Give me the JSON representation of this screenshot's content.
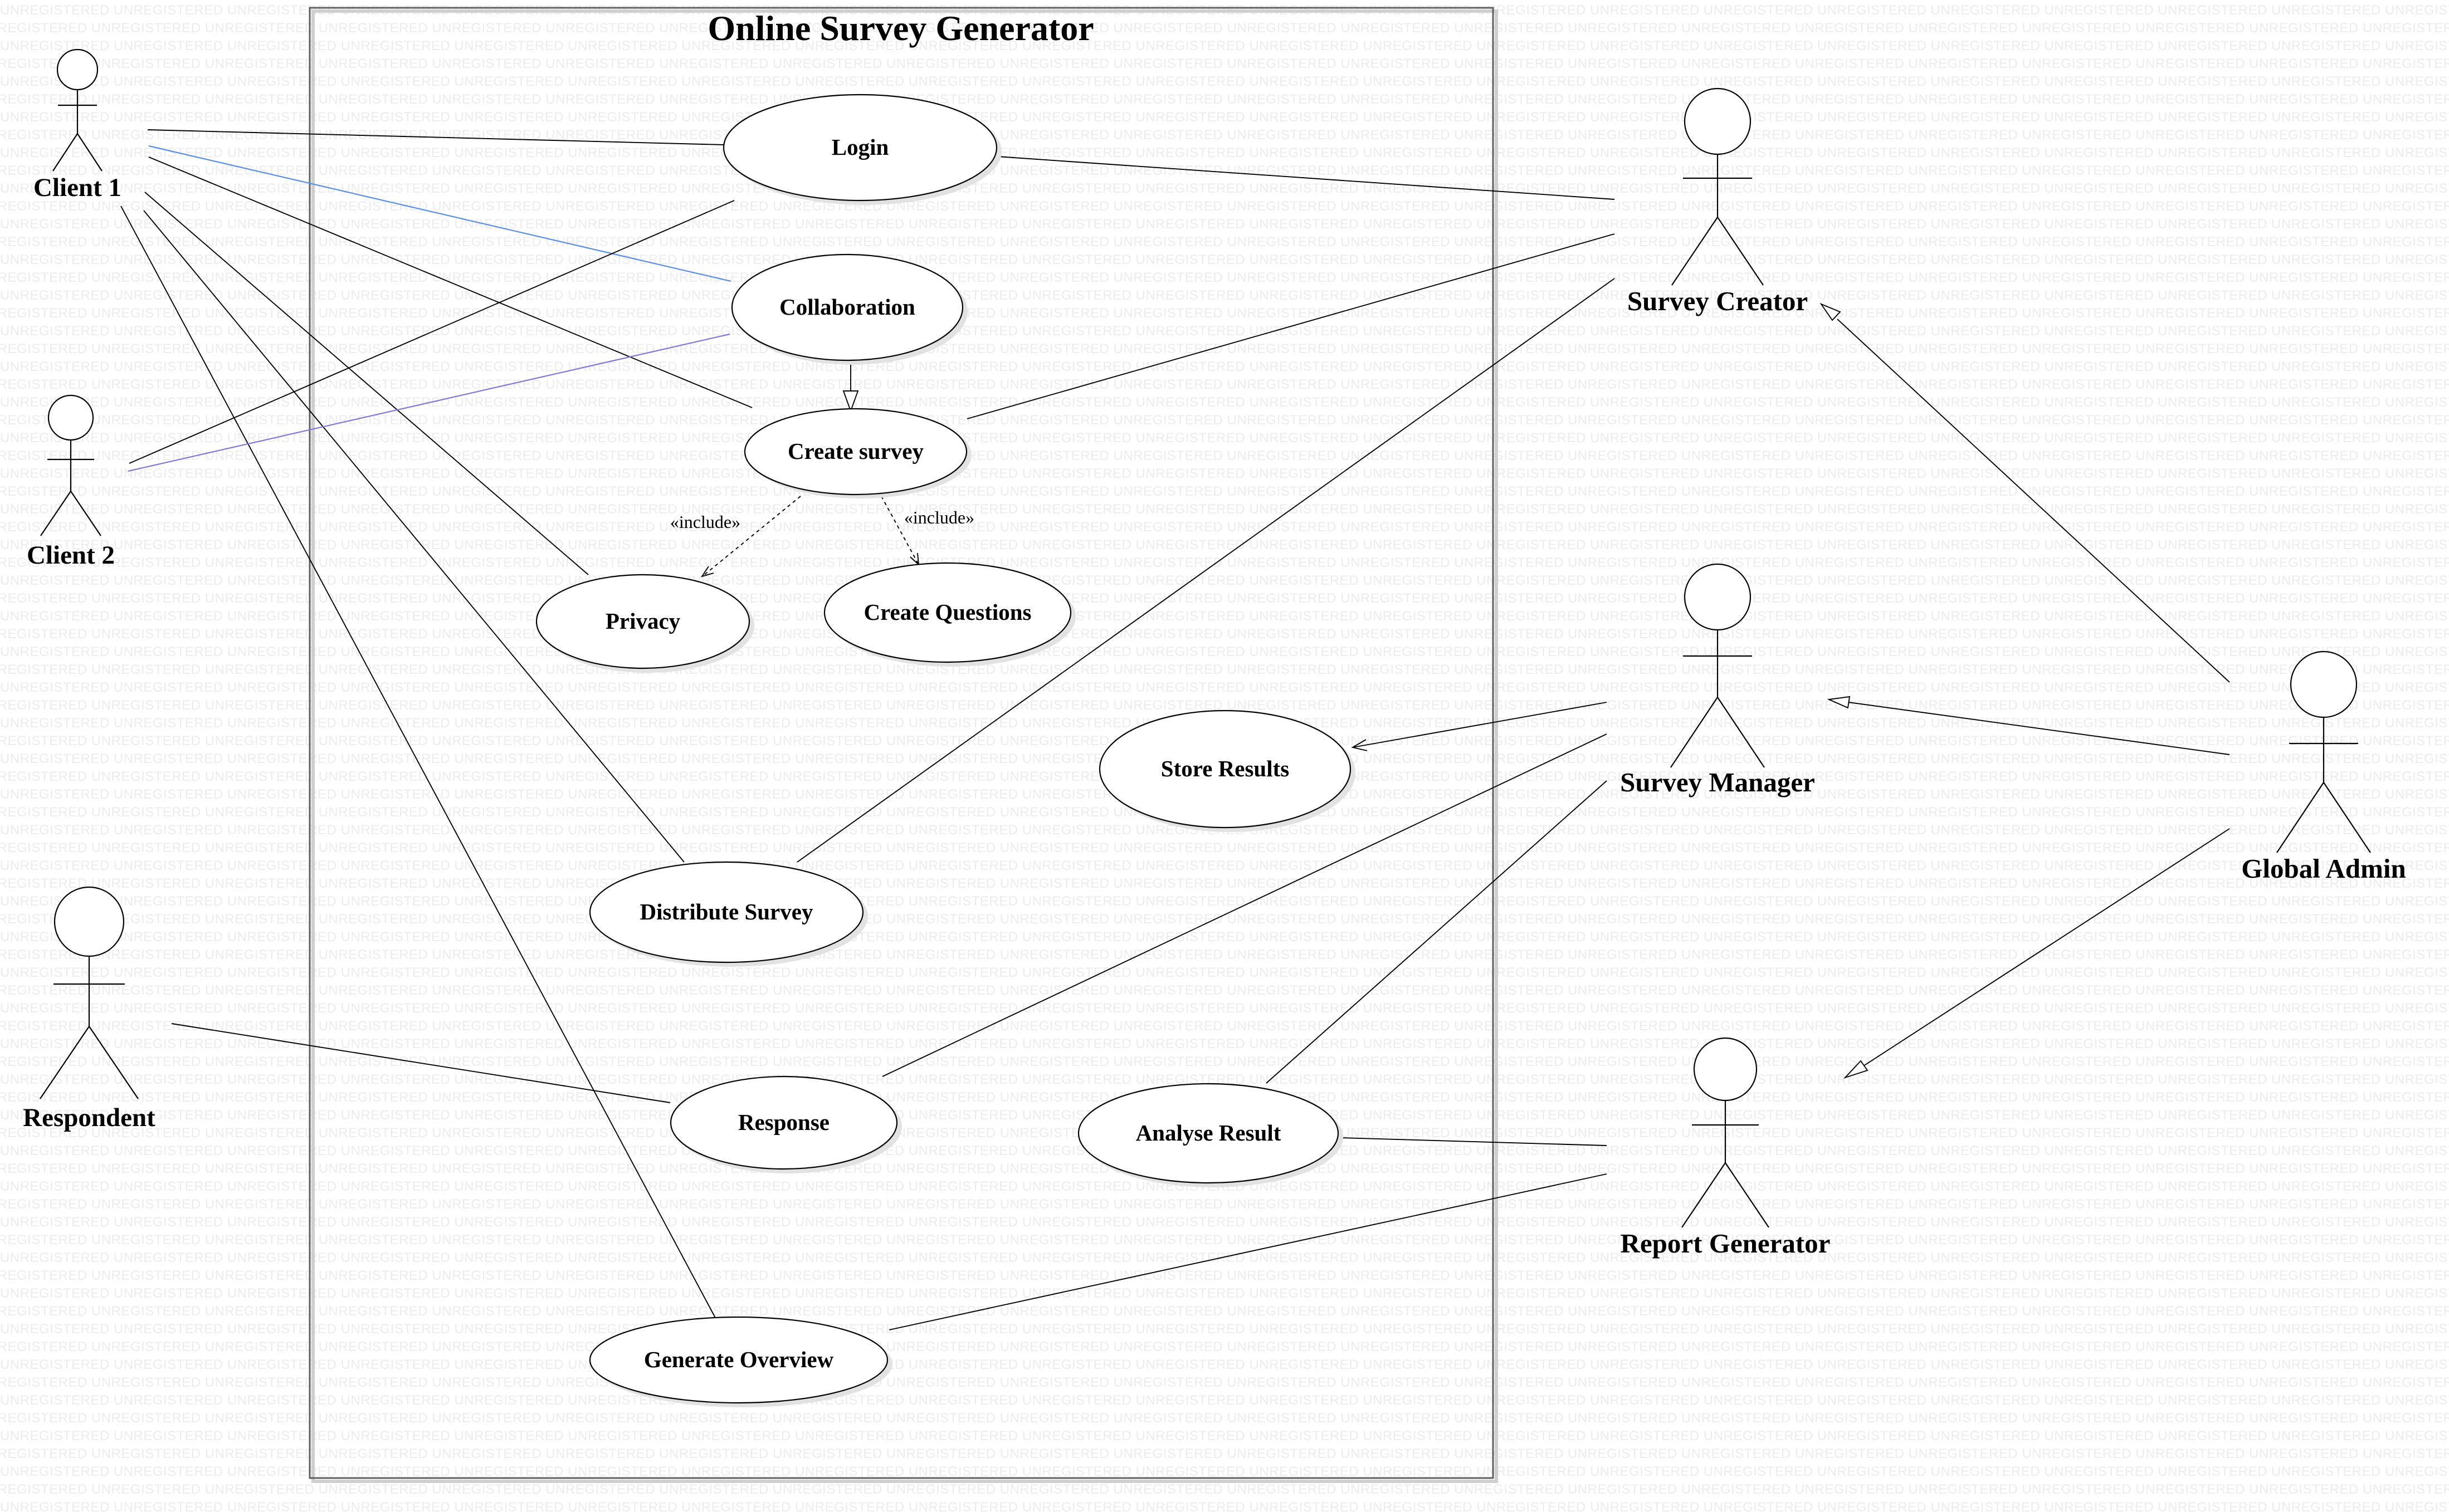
{
  "watermark": "UNREGISTERED",
  "system": {
    "title": "Online Survey Generator"
  },
  "actors": {
    "client1": "Client 1",
    "client2": "Client 2",
    "respondent": "Respondent",
    "survey_creator": "Survey Creator",
    "survey_manager": "Survey Manager",
    "report_generator": "Report Generator",
    "global_admin": "Global Admin"
  },
  "use_cases": {
    "login": "Login",
    "collaboration": "Collaboration",
    "create_survey": "Create survey",
    "privacy": "Privacy",
    "create_questions": "Create Questions",
    "store_results": "Store Results",
    "distribute_survey": "Distribute Survey",
    "response": "Response",
    "analyse_result": "Analyse Result",
    "generate_overview": "Generate Overview"
  },
  "relations": {
    "include_privacy": "«include»",
    "include_questions": "«include»"
  }
}
